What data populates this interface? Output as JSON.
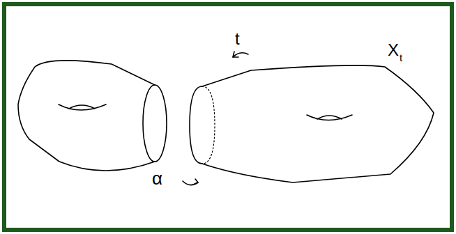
{
  "diagram": {
    "labels": [
      "t",
      "α",
      "X",
      "t"
    ]
  }
}
